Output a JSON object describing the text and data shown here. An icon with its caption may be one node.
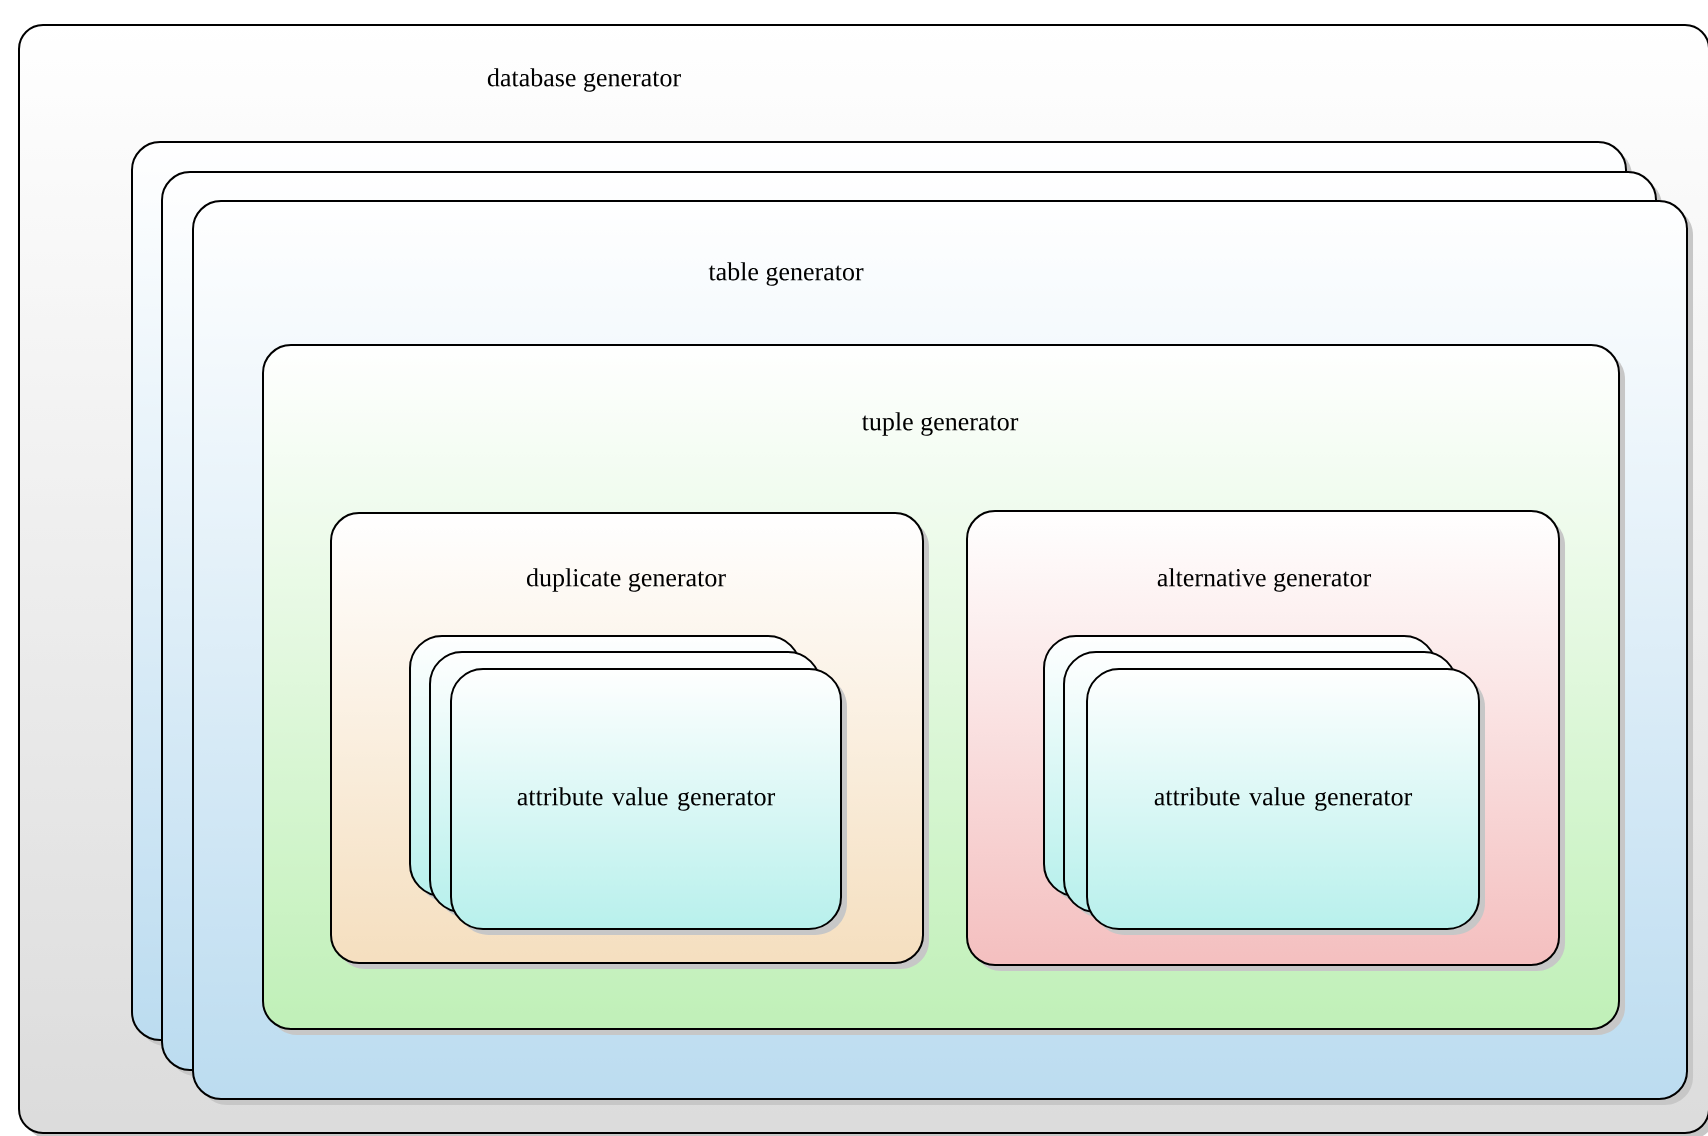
{
  "diagram": {
    "nodes": [
      {
        "text": [
          "database generator"
        ]
      },
      {
        "text": [
          "table generator"
        ],
        "in": 0
      },
      {
        "text": [
          "tuple generator"
        ],
        "in": 1
      },
      {
        "text": [
          "duplicate generator"
        ],
        "in": 2
      },
      {
        "text": [
          "attribute value generator"
        ],
        "in": 3
      },
      {
        "text": [
          "alternative generator"
        ],
        "in": 2
      },
      {
        "text": [
          "attribute value generator"
        ],
        "in": 5
      }
    ]
  }
}
